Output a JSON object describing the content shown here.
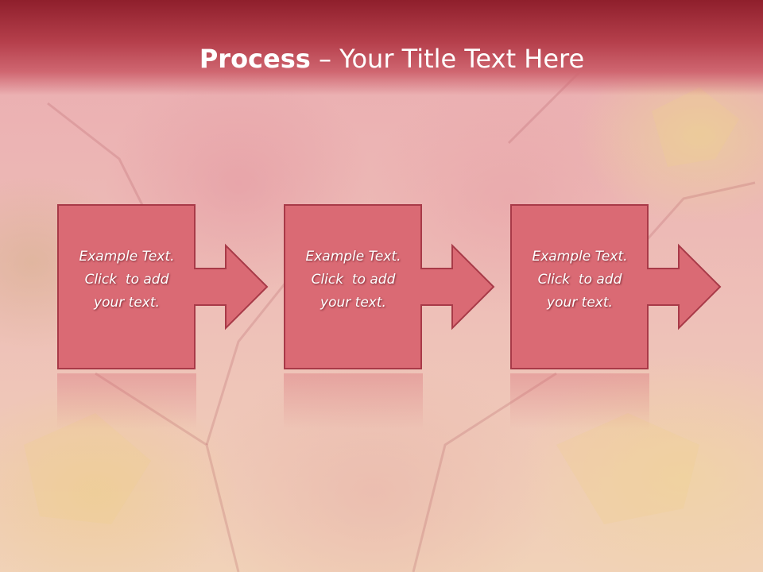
{
  "slide": {
    "title_bold": "Process",
    "title_rest": " – Your Title Text Here"
  },
  "steps": [
    {
      "text_line1": "Example Text.",
      "text_line2": "Click  to add",
      "text_line3": "your text."
    },
    {
      "text_line1": "Example Text.",
      "text_line2": "Click  to add",
      "text_line3": "your text."
    },
    {
      "text_line1": "Example Text.",
      "text_line2": "Click  to add",
      "text_line3": "your text."
    }
  ],
  "colors": {
    "title_bar": "#8f1f2c",
    "box_fill": "#da6a74",
    "box_border": "#a83a48",
    "text": "#ffffff"
  }
}
